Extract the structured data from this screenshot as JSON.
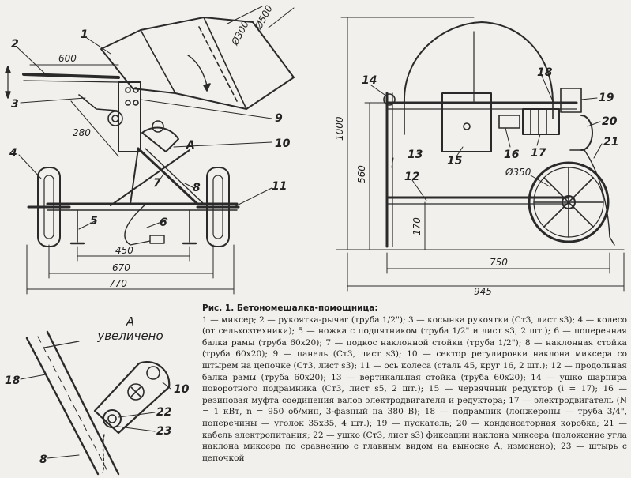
{
  "side_view": {
    "callouts": [
      "1",
      "2",
      "3",
      "4",
      "5",
      "6",
      "7",
      "8",
      "9",
      "10",
      "11",
      "А"
    ],
    "dimensions": [
      "600",
      "280",
      "Ø300",
      "Ø500",
      "450",
      "670",
      "770"
    ]
  },
  "front_view": {
    "callouts": [
      "12",
      "13",
      "14",
      "15",
      "16",
      "17",
      "18",
      "19",
      "20",
      "21"
    ],
    "dimensions": [
      "1000",
      "560",
      "170",
      "Ø350",
      "750",
      "945"
    ]
  },
  "detail_view": {
    "title_letter": "А",
    "title_word": "увеличено",
    "callouts": [
      "18",
      "10",
      "22",
      "23",
      "8"
    ]
  },
  "caption": {
    "title": "Рис. 1. Бетономешалка-помощница:",
    "text": "1 — миксер; 2 — рукоятка-рычаг (труба 1/2\"); 3 — косынка рукоятки (Ст3, лист s3); 4 — колесо (от сельхозтехники); 5 — ножка с подпятником (труба 1/2\" и лист s3, 2 шт.); 6 — поперечная балка рамы (труба 60х20); 7 — подкос наклонной стойки (труба 1/2\"); 8 — наклонная стойка (труба 60х20); 9 — панель (Ст3, лист s3); 10 — сектор регулировки наклона миксера со штырем на цепочке (Ст3, лист s3); 11 — ось колеса (сталь 45, круг 16, 2 шт.); 12 — продольная балка рамы (труба 60х20); 13 — вертикальная стойка (труба 60х20); 14 — ушко шарнира поворотного подрамника (Ст3, лист s5, 2 шт.); 15 — червячный редуктор (i = 17); 16 — резиновая муфта соединения валов электродвигателя и редуктора; 17 — электродвигатель (N = 1 кВт, n = 950 об/мин, 3-фазный на 380 В); 18 — подрамник (лонжероны — труба 3/4\", поперечины — уголок 35х35, 4 шт.); 19 — пускатель; 20 — конденсаторная коробка; 21 — кабель электропитания; 22 — ушко (Ст3, лист s3) фиксации наклона миксера (положение угла наклона миксера по сравнению с главным видом на выноске А, изменено); 23 — штырь с цепочкой"
  }
}
